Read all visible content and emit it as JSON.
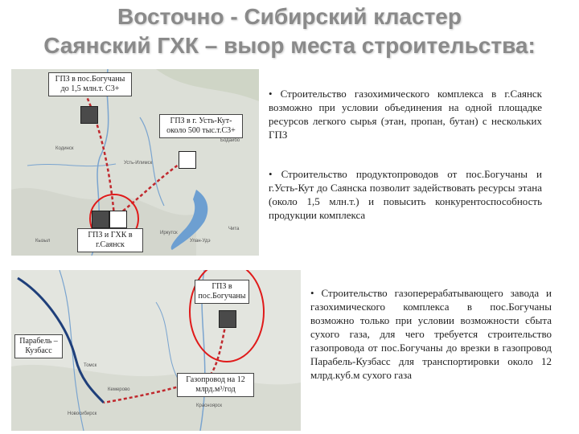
{
  "title": {
    "line1": "Восточно - Сибирский кластер",
    "line2": "Саянский ГХК – выор места строительства:"
  },
  "map_top": {
    "labels": {
      "boguchany": "ГПЗ в пос.Богучаны до 1,5 млн.т. С3+",
      "ust_kut": "ГПЗ в г. Усть-Кут- около 500 тыс.т.С3+",
      "sayansk": "ГПЗ и ГХК в г.Саянск"
    },
    "place_names": [
      "Кодинск",
      "Усть-Илимск",
      "Бодайбо",
      "Иркутск",
      "Улан-Удэ",
      "Чита",
      "Кызыл"
    ]
  },
  "map_bottom": {
    "labels": {
      "boguchany": "ГПЗ в пос.Богучаны",
      "parabel": "Парабель – Кузбасс",
      "pipeline": "Газопровод на 12 млрд.м³/год"
    },
    "place_names": [
      "Томск",
      "Кемерово",
      "Новосибирск",
      "Красноярск"
    ]
  },
  "bullets": {
    "b1": "• Строительство газохимического комплекса в г.Саянск возможно при условии объединения на одной площадке ресурсов легкого сырья (этан, пропан, бутан) с нескольких ГПЗ",
    "b2": "• Строительство продуктопроводов от пос.Богучаны и г.Усть-Кут до Саянска позволит задействовать ресурсы этана (около 1,5 млн.т.) и повысить конкурентоспособность продукции комплекса",
    "b3": "• Строительство газоперерабатывающего завода и газохимического комплекса в пос.Богучаны возможно только при условии возможности сбыта сухого газа, для чего требуется строительство газопровода от пос.Богучаны до врезки в газопровод Парабель-Кузбасс для транспортировки около 12 млрд.куб.м сухого газа"
  },
  "colors": {
    "title": "#8a8a8a",
    "route": "#c0282d",
    "circle": "#e01a1a",
    "existing_pipeline": "#1f3f7a",
    "water": "#6d9fd1"
  }
}
